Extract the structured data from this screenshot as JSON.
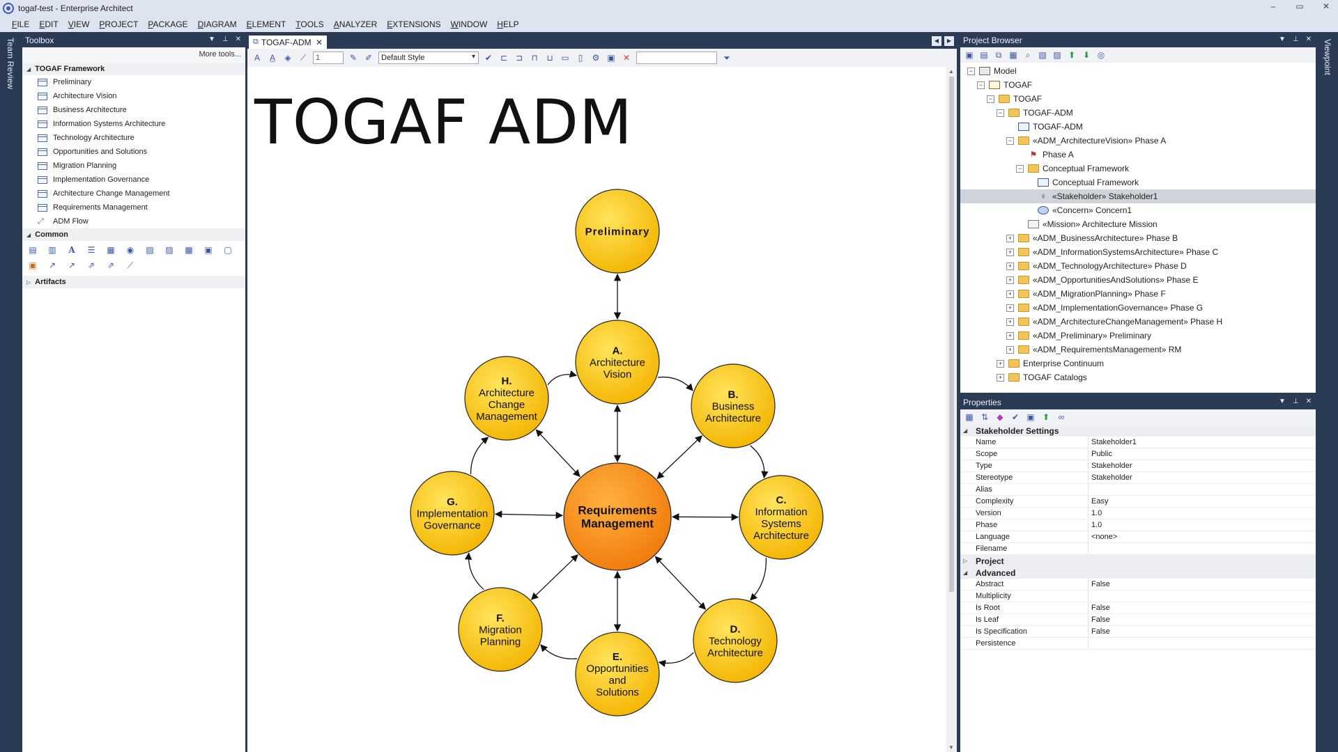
{
  "window": {
    "title": "togaf-test - Enterprise Architect",
    "controls": [
      "–",
      "▭",
      "✕"
    ]
  },
  "menu": [
    "FILE",
    "EDIT",
    "VIEW",
    "PROJECT",
    "PACKAGE",
    "DIAGRAM",
    "ELEMENT",
    "TOOLS",
    "ANALYZER",
    "EXTENSIONS",
    "WINDOW",
    "HELP"
  ],
  "side_tabs": {
    "left": "Team Review",
    "right": "Viewpoint"
  },
  "toolbox": {
    "title": "Toolbox",
    "more_tools": "More tools...",
    "framework_section": "TOGAF Framework",
    "framework_items": [
      "Preliminary",
      "Architecture Vision",
      "Business Architecture",
      "Information Systems Architecture",
      "Technology Architecture",
      "Opportunities and Solutions",
      "Migration Planning",
      "Implementation Governance",
      "Architecture Change Management",
      "Requirements Management",
      "ADM Flow"
    ],
    "common_section": "Common",
    "artifacts_section": "Artifacts"
  },
  "diagram": {
    "tab_label": "TOGAF-ADM",
    "style_select": "Default Style",
    "zoom_value": "1",
    "heading": "TOGAF ADM",
    "nodes": {
      "preliminary": [
        "Preliminary"
      ],
      "a": [
        "A.",
        "Architecture",
        "Vision"
      ],
      "b": [
        "B.",
        "Business",
        "Architecture"
      ],
      "c": [
        "C.",
        "Information",
        "Systems",
        "Architecture"
      ],
      "d": [
        "D.",
        "Technology",
        "Architecture"
      ],
      "e": [
        "E.",
        "Opportunities",
        "and",
        "Solutions"
      ],
      "f": [
        "F.",
        "Migration",
        "Planning"
      ],
      "g": [
        "G.",
        "Implementation",
        "Governance"
      ],
      "h": [
        "H.",
        "Architecture",
        "Change",
        "Management"
      ],
      "rm": [
        "Requirements",
        "Management"
      ]
    },
    "colors": {
      "phase_fill_light": "#ffe45c",
      "phase_fill_dark": "#f4b400",
      "center_fill_light": "#ffb040",
      "center_fill_dark": "#f07a0a"
    }
  },
  "project_browser": {
    "title": "Project Browser",
    "tree": [
      {
        "label": "Model",
        "depth": 0,
        "exp": "⊟",
        "icon": "model"
      },
      {
        "label": "TOGAF",
        "depth": 1,
        "exp": "⊟",
        "icon": "package"
      },
      {
        "label": "TOGAF",
        "depth": 2,
        "exp": "⊟",
        "icon": "folder"
      },
      {
        "label": "TOGAF-ADM",
        "depth": 3,
        "exp": "⊟",
        "icon": "folder"
      },
      {
        "label": "TOGAF-ADM",
        "depth": 4,
        "exp": "",
        "icon": "diagram"
      },
      {
        "label": "«ADM_ArchitectureVision» Phase A",
        "depth": 4,
        "exp": "⊟",
        "icon": "folder"
      },
      {
        "label": "Phase A",
        "depth": 5,
        "exp": "",
        "icon": "phase"
      },
      {
        "label": "Conceptual Framework",
        "depth": 5,
        "exp": "⊟",
        "icon": "folder"
      },
      {
        "label": "Conceptual Framework",
        "depth": 6,
        "exp": "",
        "icon": "diagram"
      },
      {
        "label": "«Stakeholder» Stakeholder1",
        "depth": 6,
        "exp": "",
        "icon": "actor",
        "selected": true
      },
      {
        "label": "«Concern» Concern1",
        "depth": 6,
        "exp": "",
        "icon": "ellipse"
      },
      {
        "label": "«Mission» Architecture Mission",
        "depth": 5,
        "exp": "",
        "icon": "doc"
      },
      {
        "label": "«ADM_BusinessArchitecture» Phase B",
        "depth": 4,
        "exp": "⊞",
        "icon": "folder"
      },
      {
        "label": "«ADM_InformationSystemsArchitecture» Phase C",
        "depth": 4,
        "exp": "⊞",
        "icon": "folder"
      },
      {
        "label": "«ADM_TechnologyArchitecture» Phase D",
        "depth": 4,
        "exp": "⊞",
        "icon": "folder"
      },
      {
        "label": "«ADM_OpportunitiesAndSolutions» Phase E",
        "depth": 4,
        "exp": "⊞",
        "icon": "folder"
      },
      {
        "label": "«ADM_MigrationPlanning» Phase F",
        "depth": 4,
        "exp": "⊞",
        "icon": "folder"
      },
      {
        "label": "«ADM_ImplementationGovernance» Phase G",
        "depth": 4,
        "exp": "⊞",
        "icon": "folder"
      },
      {
        "label": "«ADM_ArchitectureChangeManagement» Phase H",
        "depth": 4,
        "exp": "⊞",
        "icon": "folder"
      },
      {
        "label": "«ADM_Preliminary» Preliminary",
        "depth": 4,
        "exp": "⊞",
        "icon": "folder"
      },
      {
        "label": "«ADM_RequirementsManagement» RM",
        "depth": 4,
        "exp": "⊞",
        "icon": "folder"
      },
      {
        "label": "Enterprise Continuum",
        "depth": 3,
        "exp": "⊞",
        "icon": "folder"
      },
      {
        "label": "TOGAF Catalogs",
        "depth": 3,
        "exp": "⊞",
        "icon": "folder"
      }
    ]
  },
  "properties": {
    "title": "Properties",
    "sections": [
      {
        "title": "Stakeholder Settings",
        "arrow": "◢",
        "rows": [
          {
            "name": "Name",
            "value": "Stakeholder1"
          },
          {
            "name": "Scope",
            "value": "Public"
          },
          {
            "name": "Type",
            "value": "Stakeholder"
          },
          {
            "name": "Stereotype",
            "value": "Stakeholder"
          },
          {
            "name": "Alias",
            "value": ""
          },
          {
            "name": "Complexity",
            "value": "Easy"
          },
          {
            "name": "Version",
            "value": "1.0"
          },
          {
            "name": "Phase",
            "value": "1.0"
          },
          {
            "name": "Language",
            "value": "<none>"
          },
          {
            "name": "Filename",
            "value": ""
          }
        ]
      },
      {
        "title": "Project",
        "arrow": "▷",
        "rows": []
      },
      {
        "title": "Advanced",
        "arrow": "◢",
        "rows": [
          {
            "name": "Abstract",
            "value": "False"
          },
          {
            "name": "Multiplicity",
            "value": ""
          },
          {
            "name": "Is Root",
            "value": "False"
          },
          {
            "name": "Is Leaf",
            "value": "False"
          },
          {
            "name": "Is Specification",
            "value": "False"
          },
          {
            "name": "Persistence",
            "value": ""
          }
        ]
      }
    ]
  }
}
